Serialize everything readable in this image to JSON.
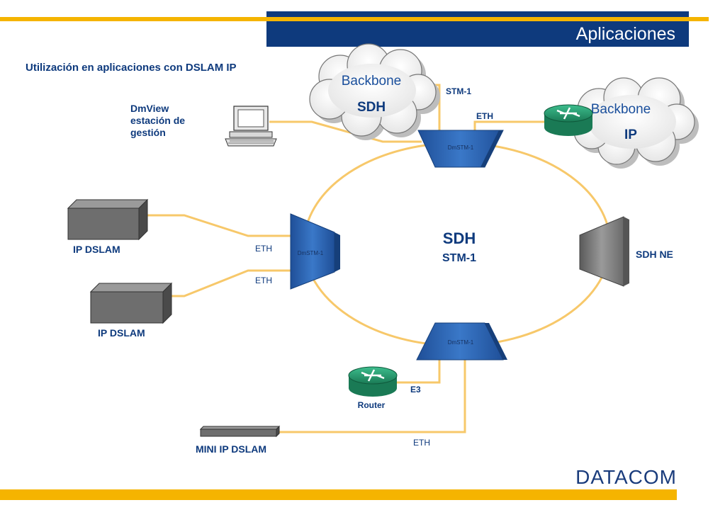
{
  "header": {
    "title": "Aplicaciones"
  },
  "subtitle": "Utilización en aplicaciones con DSLAM IP",
  "ring": {
    "line1": "SDH",
    "line2": "STM-1"
  },
  "clouds": {
    "sdh": {
      "line1": "Backbone",
      "line2": "SDH"
    },
    "ip": {
      "line1": "Backbone",
      "line2": "IP"
    }
  },
  "devices": {
    "mux_label": "DmSTM-1",
    "dmview": [
      "DmView",
      "estación de",
      "gestión"
    ],
    "ip_dslam_1": "IP DSLAM",
    "ip_dslam_2": "IP DSLAM",
    "sdh_ne": "SDH NE",
    "router": "Router",
    "mini_dslam": "MINI IP DSLAM"
  },
  "links": {
    "stm1": "STM-1",
    "eth_top": "ETH",
    "eth_1": "ETH",
    "eth_2": "ETH",
    "e3": "E3",
    "eth_bottom": "ETH"
  },
  "brand": "DATACOM",
  "colors": {
    "navy": "#0e3a7d",
    "gold": "#f5b400",
    "link": "#f7c86a",
    "device_blue": "#2a62b0",
    "text_blue": "#0e3a7d"
  }
}
